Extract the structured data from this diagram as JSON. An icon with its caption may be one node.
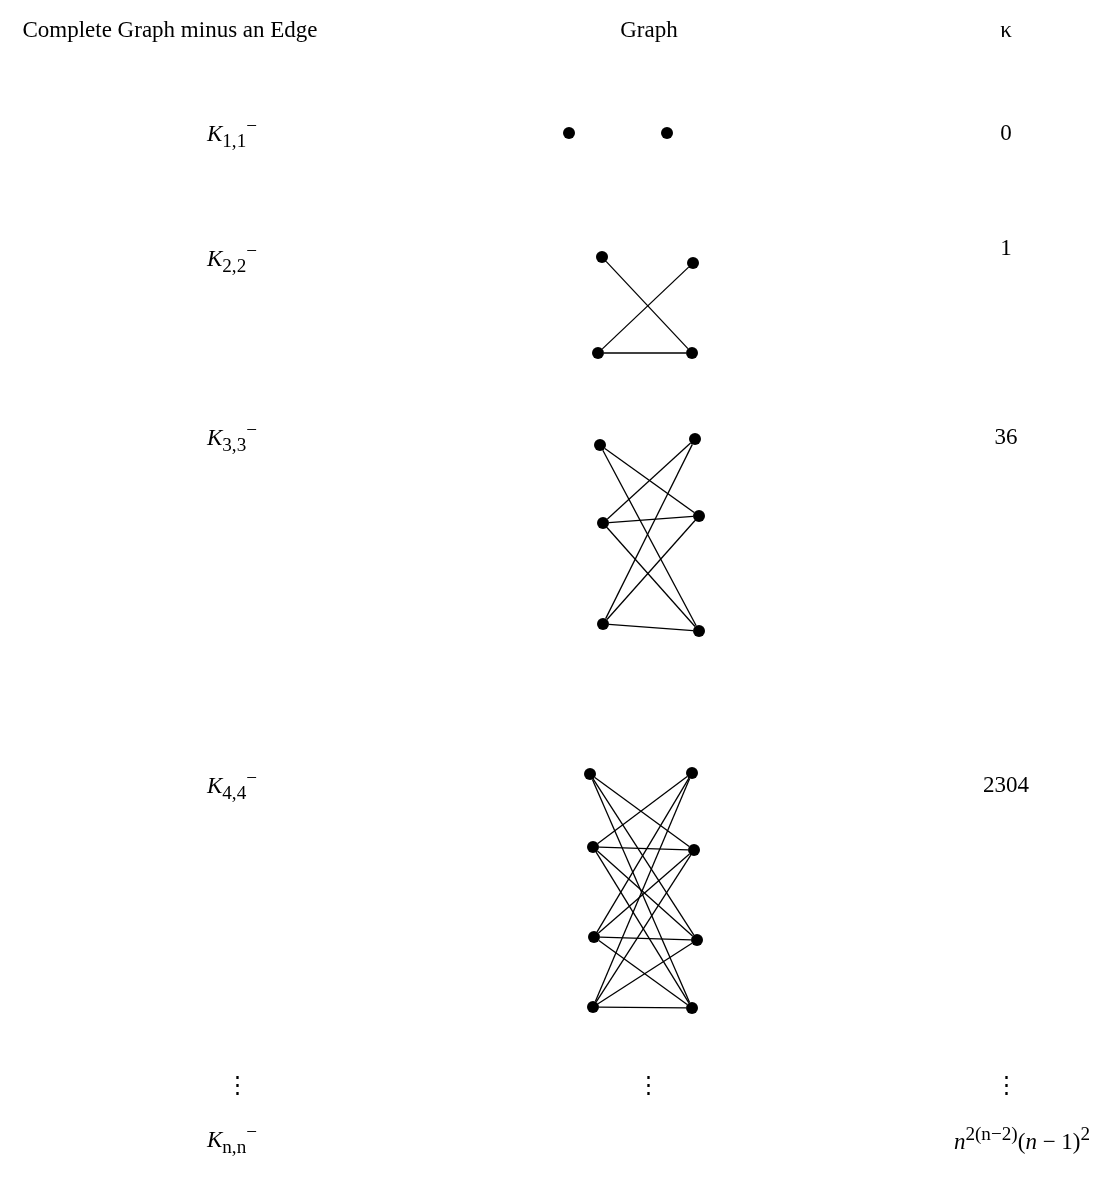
{
  "diagram": {
    "nodes": [
      {
        "text": [],
        "shape": "circle"
      },
      {
        "text": [],
        "shape": "circle"
      },
      {
        "text": [],
        "shape": "circle"
      },
      {
        "text": [],
        "shape": "circle"
      },
      {
        "text": [],
        "shape": "circle"
      },
      {
        "text": [],
        "shape": "circle"
      },
      {
        "text": [],
        "shape": "circle"
      },
      {
        "text": [],
        "shape": "circle"
      },
      {
        "text": [],
        "shape": "circle"
      },
      {
        "text": [],
        "shape": "circle"
      },
      {
        "text": [],
        "shape": "circle"
      },
      {
        "text": [],
        "shape": "circle"
      },
      {
        "text": [],
        "shape": "circle"
      },
      {
        "text": [],
        "shape": "circle"
      },
      {
        "text": [],
        "shape": "circle"
      },
      {
        "text": [],
        "shape": "circle"
      },
      {
        "text": [],
        "shape": "circle"
      },
      {
        "text": [],
        "shape": "circle"
      },
      {
        "text": [],
        "shape": "circle"
      },
      {
        "text": [],
        "shape": "circle"
      }
    ],
    "edges": [
      {
        "from": 2,
        "to": 5,
        "arrow": "none"
      },
      {
        "from": 3,
        "to": 4,
        "arrow": "none"
      },
      {
        "from": 4,
        "to": 5,
        "arrow": "none"
      },
      {
        "from": 6,
        "to": 9,
        "arrow": "none"
      },
      {
        "from": 6,
        "to": 11,
        "arrow": "none"
      },
      {
        "from": 7,
        "to": 8,
        "arrow": "none"
      },
      {
        "from": 7,
        "to": 10,
        "arrow": "none"
      },
      {
        "from": 8,
        "to": 9,
        "arrow": "none"
      },
      {
        "from": 8,
        "to": 11,
        "arrow": "none"
      },
      {
        "from": 9,
        "to": 10,
        "arrow": "none"
      },
      {
        "from": 10,
        "to": 11,
        "arrow": "none"
      },
      {
        "from": 12,
        "to": 15,
        "arrow": "none"
      },
      {
        "from": 12,
        "to": 17,
        "arrow": "none"
      },
      {
        "from": 12,
        "to": 19,
        "arrow": "none"
      },
      {
        "from": 14,
        "to": 13,
        "arrow": "none"
      },
      {
        "from": 14,
        "to": 15,
        "arrow": "none"
      },
      {
        "from": 14,
        "to": 17,
        "arrow": "none"
      },
      {
        "from": 14,
        "to": 19,
        "arrow": "none"
      },
      {
        "from": 16,
        "to": 13,
        "arrow": "none"
      },
      {
        "from": 16,
        "to": 15,
        "arrow": "none"
      },
      {
        "from": 16,
        "to": 17,
        "arrow": "none"
      },
      {
        "from": 16,
        "to": 19,
        "arrow": "none"
      },
      {
        "from": 18,
        "to": 13,
        "arrow": "none"
      },
      {
        "from": 18,
        "to": 15,
        "arrow": "none"
      },
      {
        "from": 18,
        "to": 17,
        "arrow": "none"
      },
      {
        "from": 18,
        "to": 19,
        "arrow": "none"
      }
    ],
    "labels": [
      "Complete Graph minus an Edge",
      "Graph",
      "κ",
      "*K*$_{1,1}$$^{−}$",
      "0",
      "*K*$_{2,2}$$^{−}$",
      "1",
      "*K*$_{3,3}$$^{−}$",
      "36",
      "*K*$_{4,4}$$^{−}$",
      "2304",
      "⋮",
      "⋮",
      "⋮",
      "*K*$_{n,n}$$^{−}$",
      "*n*$^{2(n−2)}$(*n* − 1)$^{2}$"
    ]
  }
}
